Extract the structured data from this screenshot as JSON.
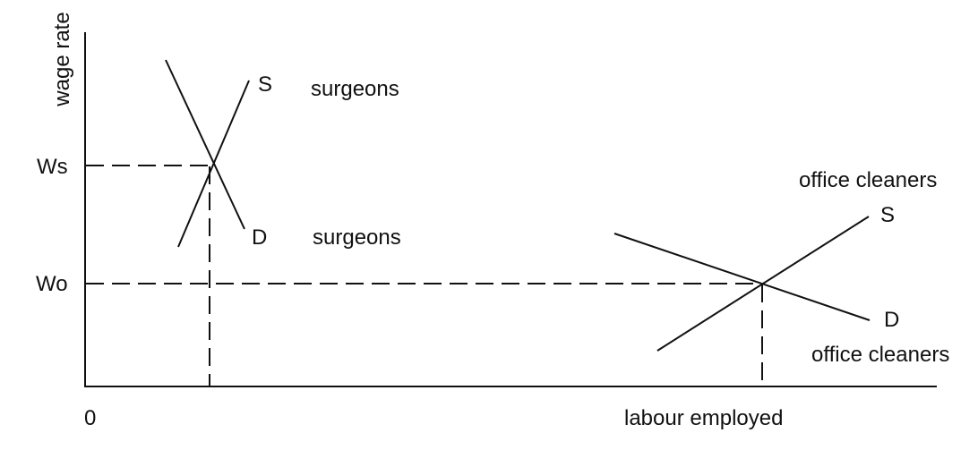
{
  "labels": {
    "y_axis": "wage rate",
    "x_axis": "labour employed",
    "origin": "0",
    "ws": "Ws",
    "wo": "Wo",
    "surgeons_supply_letter": "S",
    "surgeons_supply_name": "surgeons",
    "surgeons_demand_letter": "D",
    "surgeons_demand_name": "surgeons",
    "cleaners_supply_name": "office cleaners",
    "cleaners_supply_letter": "S",
    "cleaners_demand_letter": "D",
    "cleaners_demand_name": "office cleaners"
  }
}
